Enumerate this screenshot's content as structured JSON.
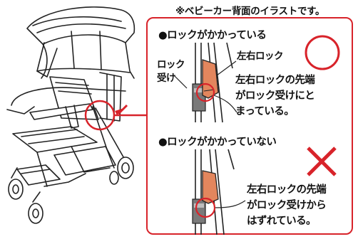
{
  "note": "※ベビーカー背面のイラストです。",
  "locked": {
    "heading": "●ロックがかかっている",
    "label_receiver_line1": "ロック",
    "label_receiver_line2": "受け",
    "label_lr_lock": "左右ロック",
    "desc_line1": "左右ロックの先端",
    "desc_line2": "がロック受けにと",
    "desc_line3": "まっている。",
    "result_icon": "circle-ok-icon"
  },
  "unlocked": {
    "heading": "●ロックがかかっていない",
    "desc_line1": "左右ロックの先端",
    "desc_line2": "がロック受けから",
    "desc_line3": "はずれている。",
    "result_icon": "cross-ng-icon"
  },
  "colors": {
    "accent_red": "#d8232a",
    "lock_orange": "#e3865d",
    "receiver_gray": "#7a7a7a"
  }
}
